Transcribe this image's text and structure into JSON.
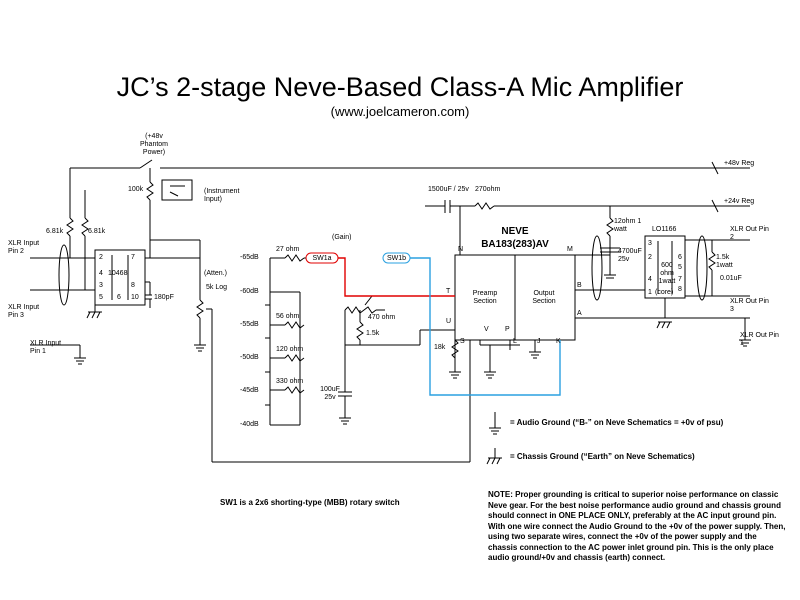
{
  "title": "JC’s 2-stage Neve-Based Class-A Mic Amplifier",
  "subtitle": "(www.joelcameron.com)",
  "labels": {
    "phantom": "(+48v Phantom Power)",
    "rail_48": "+48v Reg",
    "rail_24": "+24v Reg",
    "cap_input": "1500uF / 25v",
    "res_270": "270ohm",
    "res_100k": "100k",
    "instrument": "(Instrument Input)",
    "res_681a": "6.81k",
    "res_681b": "6.81k",
    "xlr_in2": "XLR Input Pin 2",
    "xlr_in3": "XLR Input Pin 3",
    "xlr_in1": "XLR Input Pin 1",
    "transformer_in": "10468",
    "cap_180": "180pF",
    "atten": "(Atten.)",
    "pot": "5k Log",
    "gain": "(Gain)",
    "sw1a": "SW1a",
    "sw1b": "SW1b",
    "res_27": "27 ohm",
    "res_56": "56 ohm",
    "res_120": "120 ohm",
    "res_330": "330 ohm",
    "res_470": "470 ohm",
    "res_15k": "1.5k",
    "cap_100u": "100uF 25v",
    "res_18k": "18k",
    "db_65": "-65dB",
    "db_60": "-60dB",
    "db_55": "-55dB",
    "db_50": "-50dB",
    "db_45": "-45dB",
    "db_40": "-40dB",
    "neve": "NEVE",
    "neve_model": "BA183(283)AV",
    "preamp": "Preamp Section",
    "output": "Output Section",
    "res_12": "12ohm 1 watt",
    "cap_4700": "4700uF 25v",
    "transformer_out": "LO1166",
    "out_600": "600 ohm 1watt",
    "core": "(core)",
    "res_15k_out": "1.5k 1watt",
    "cap_001": "0.01uF",
    "xlr_out2": "XLR Out Pin 2",
    "xlr_out3": "XLR Out Pin 3",
    "xlr_out1": "XLR Out Pin 1",
    "pin_N": "N",
    "pin_M": "M",
    "pin_T": "T",
    "pin_U": "U",
    "pin_V": "V",
    "pin_P": "P",
    "pin_S": "S",
    "pin_L": "L",
    "pin_J": "J",
    "pin_K": "K",
    "pin_B": "B",
    "pin_A": "A",
    "tin_2": "2",
    "tin_4": "4",
    "tin_3": "3",
    "tin_5": "5",
    "tin_6": "6",
    "tin_7": "7",
    "tin_8": "8",
    "tin_10": "10",
    "tout_3": "3",
    "tout_2": "2",
    "tout_4": "4",
    "tout_1": "1",
    "tout_6": "6",
    "tout_5": "5",
    "tout_7": "7",
    "tout_8": "8"
  },
  "legend": {
    "audio_ground": "= Audio Ground (“B-” on Neve Schematics = +0v of psu)",
    "chassis_ground": "= Chassis Ground (“Earth” on Neve Schematics)"
  },
  "sw1_note": "SW1 is a 2x6 shorting-type (MBB) rotary switch",
  "note": "NOTE:  Proper grounding is critical to superior noise performance on classic Neve gear.  For the best noise performance audio ground and chassis ground should connect in ONE PLACE ONLY, preferably at the AC input ground pin.  With one wire connect the Audio Ground to the +0v of the power supply.  Then, using two separate wires, connect the +0v of the power supply and the chassis connection to the AC power inlet ground pin.  This is the only place audio ground/+0v  and chassis (earth) connect.",
  "colors": {
    "sw1a_wire": "#e00000",
    "sw1b_wire": "#2aa0e0"
  }
}
